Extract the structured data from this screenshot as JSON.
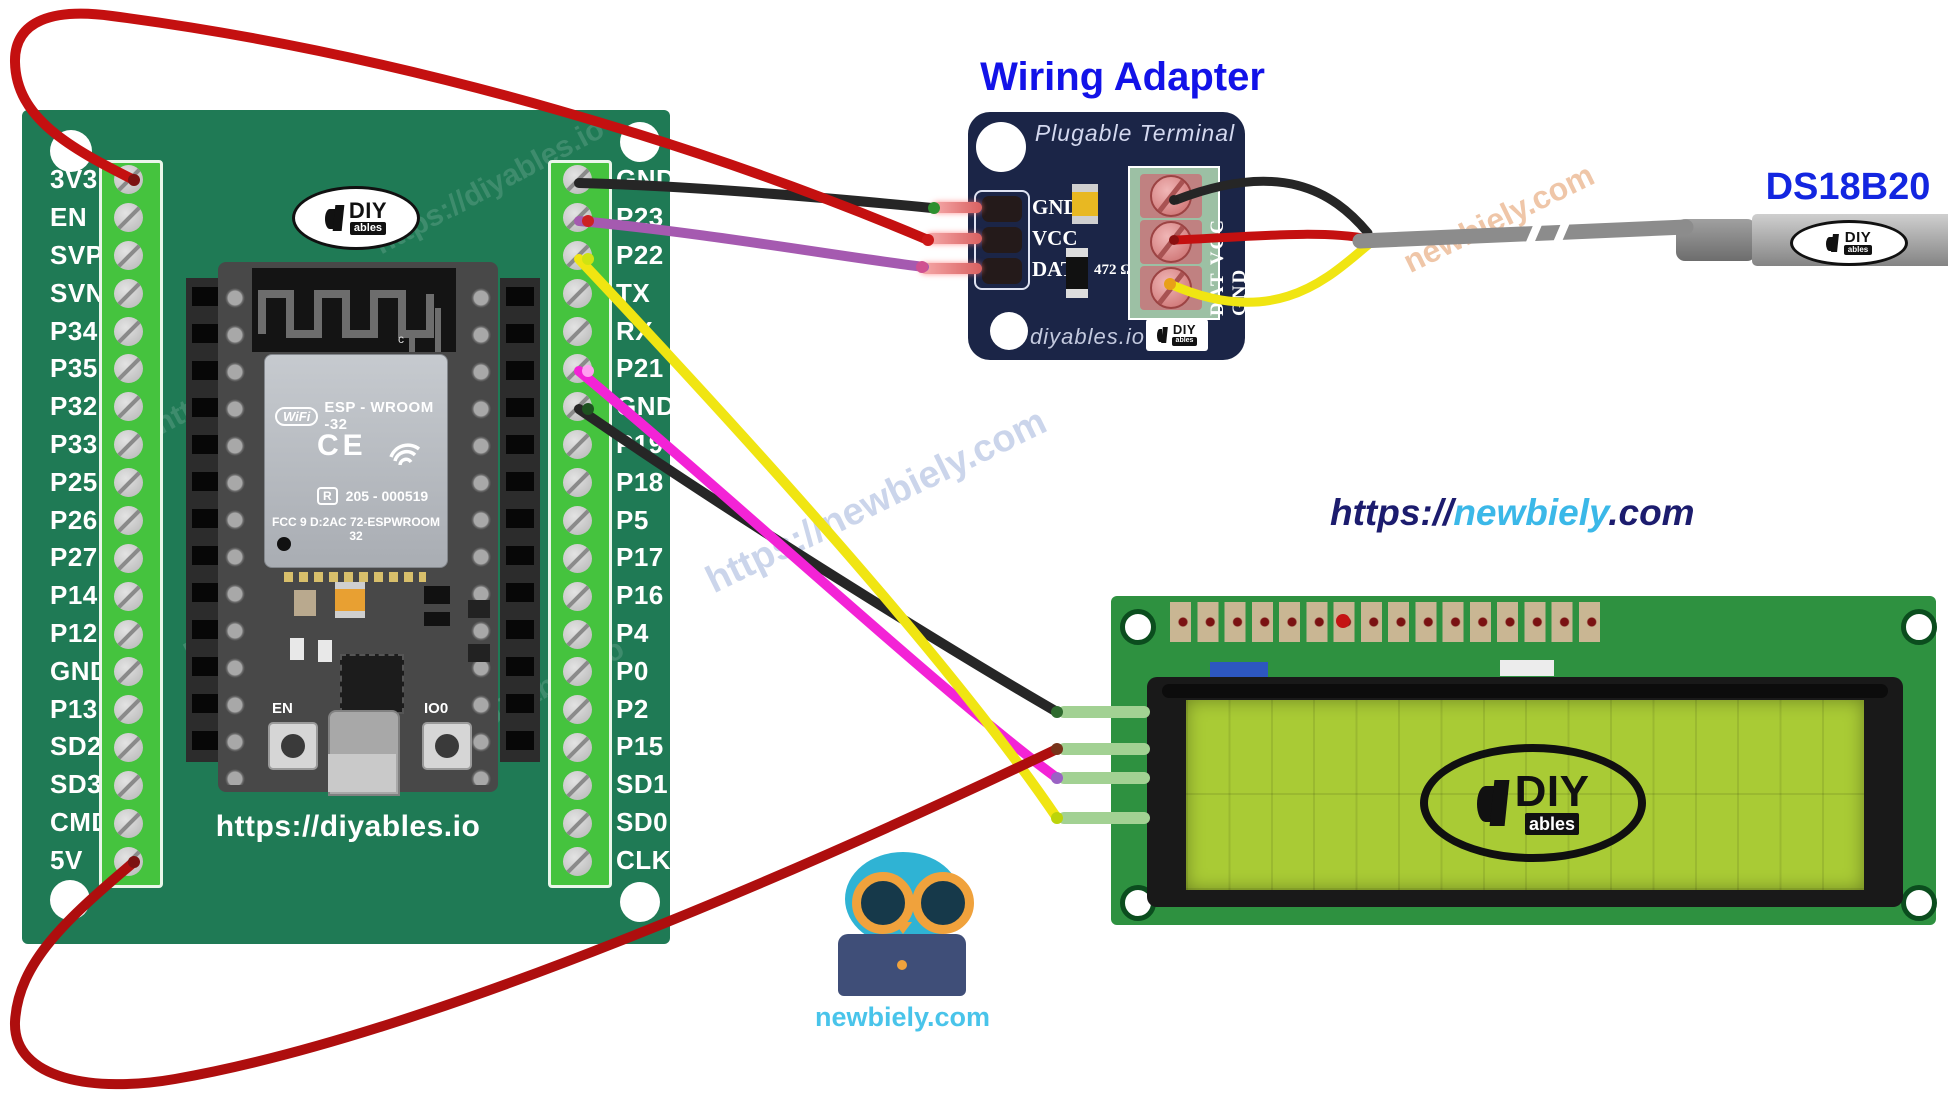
{
  "titles": {
    "wiring_adapter": "Wiring Adapter"
  },
  "header_link": {
    "prefix": "https://",
    "name": "newbiely",
    "suffix": ".com"
  },
  "esp32": {
    "left_pins": [
      "3V3",
      "EN",
      "SVP",
      "SVN",
      "P34",
      "P35",
      "P32",
      "P33",
      "P25",
      "P26",
      "P27",
      "P14",
      "P12",
      "GND",
      "P13",
      "SD2",
      "SD3",
      "CMD",
      "5V"
    ],
    "right_pins": [
      "GND",
      "P23",
      "P22",
      "TX",
      "RX",
      "P21",
      "GND",
      "P19",
      "P18",
      "P5",
      "P17",
      "P16",
      "P4",
      "P0",
      "P2",
      "P15",
      "SD1",
      "SD0",
      "CLK"
    ],
    "board_url": "https://diyables.io",
    "module": {
      "wifi_label": "WiFi",
      "chip_name": "ESP - WROOM -32",
      "ce_mark": "CE",
      "r_mark": "R",
      "cert_number": "205 - 000519",
      "fcc_line": "FCC 9 D:2AC 72-ESPWROOM 32",
      "antenna_mark": "c",
      "en_button": "EN",
      "io0_button": "IO0"
    },
    "logo": {
      "diy": "DIY",
      "ables": "ables"
    }
  },
  "adapter": {
    "title": "Plugable Terminal",
    "pin_labels": [
      "GND",
      "VCC",
      "DAT"
    ],
    "resistor_value": "472 Ω",
    "terminal_side_label": "DAT VCC GND",
    "footer_url": "diyables.io",
    "logo": {
      "diy": "DIY",
      "ables": "ables"
    }
  },
  "sensor": {
    "label": "DS18B20",
    "logo": {
      "diy": "DIY",
      "ables": "ables"
    }
  },
  "lcd": {
    "logo": {
      "diy": "DIY",
      "ables": "ables"
    }
  },
  "mascot": {
    "caption": "newbiely.com"
  },
  "watermarks": {
    "diyables_url": "https://diyables.io",
    "newbiely_url": "https://newbiely.com",
    "newbiely_short": "newbiely.com"
  },
  "colors": {
    "title_blue": "#1212e8",
    "newbiely_cyan": "#3bb8e8",
    "esp_board_green": "#1f7a55",
    "terminal_green": "#45c33e",
    "adapter_navy": "#1b2547",
    "lcd_pcb_green": "#2e9140",
    "lcd_screen_green": "#a9cb35",
    "wire_red": "#c41010",
    "wire_dark_red": "#ae0e0e",
    "wire_black": "#262626",
    "wire_yellow": "#f0e512",
    "wire_magenta": "#f323d6",
    "wire_purple": "#a55ab0",
    "cable_gray": "#8c8c8c"
  },
  "wires": [
    {
      "name": "esp-3v3-to-adapter-vcc",
      "color": "#c41010"
    },
    {
      "name": "esp-5v-to-lcd-power",
      "color": "#ae0e0e"
    },
    {
      "name": "esp-gnd-to-adapter-gnd",
      "color": "#262626"
    },
    {
      "name": "esp-p23-to-adapter-dat",
      "color": "#a55ab0"
    },
    {
      "name": "esp-p22-to-lcd",
      "color": "#f0e512"
    },
    {
      "name": "esp-p21-to-lcd",
      "color": "#f323d6"
    },
    {
      "name": "esp-gnd-to-lcd",
      "color": "#262626"
    },
    {
      "name": "adapter-gnd-to-sensor",
      "color": "#262626"
    },
    {
      "name": "adapter-vcc-to-sensor",
      "color": "#c41010"
    },
    {
      "name": "adapter-dat-to-sensor",
      "color": "#f0e512"
    }
  ]
}
